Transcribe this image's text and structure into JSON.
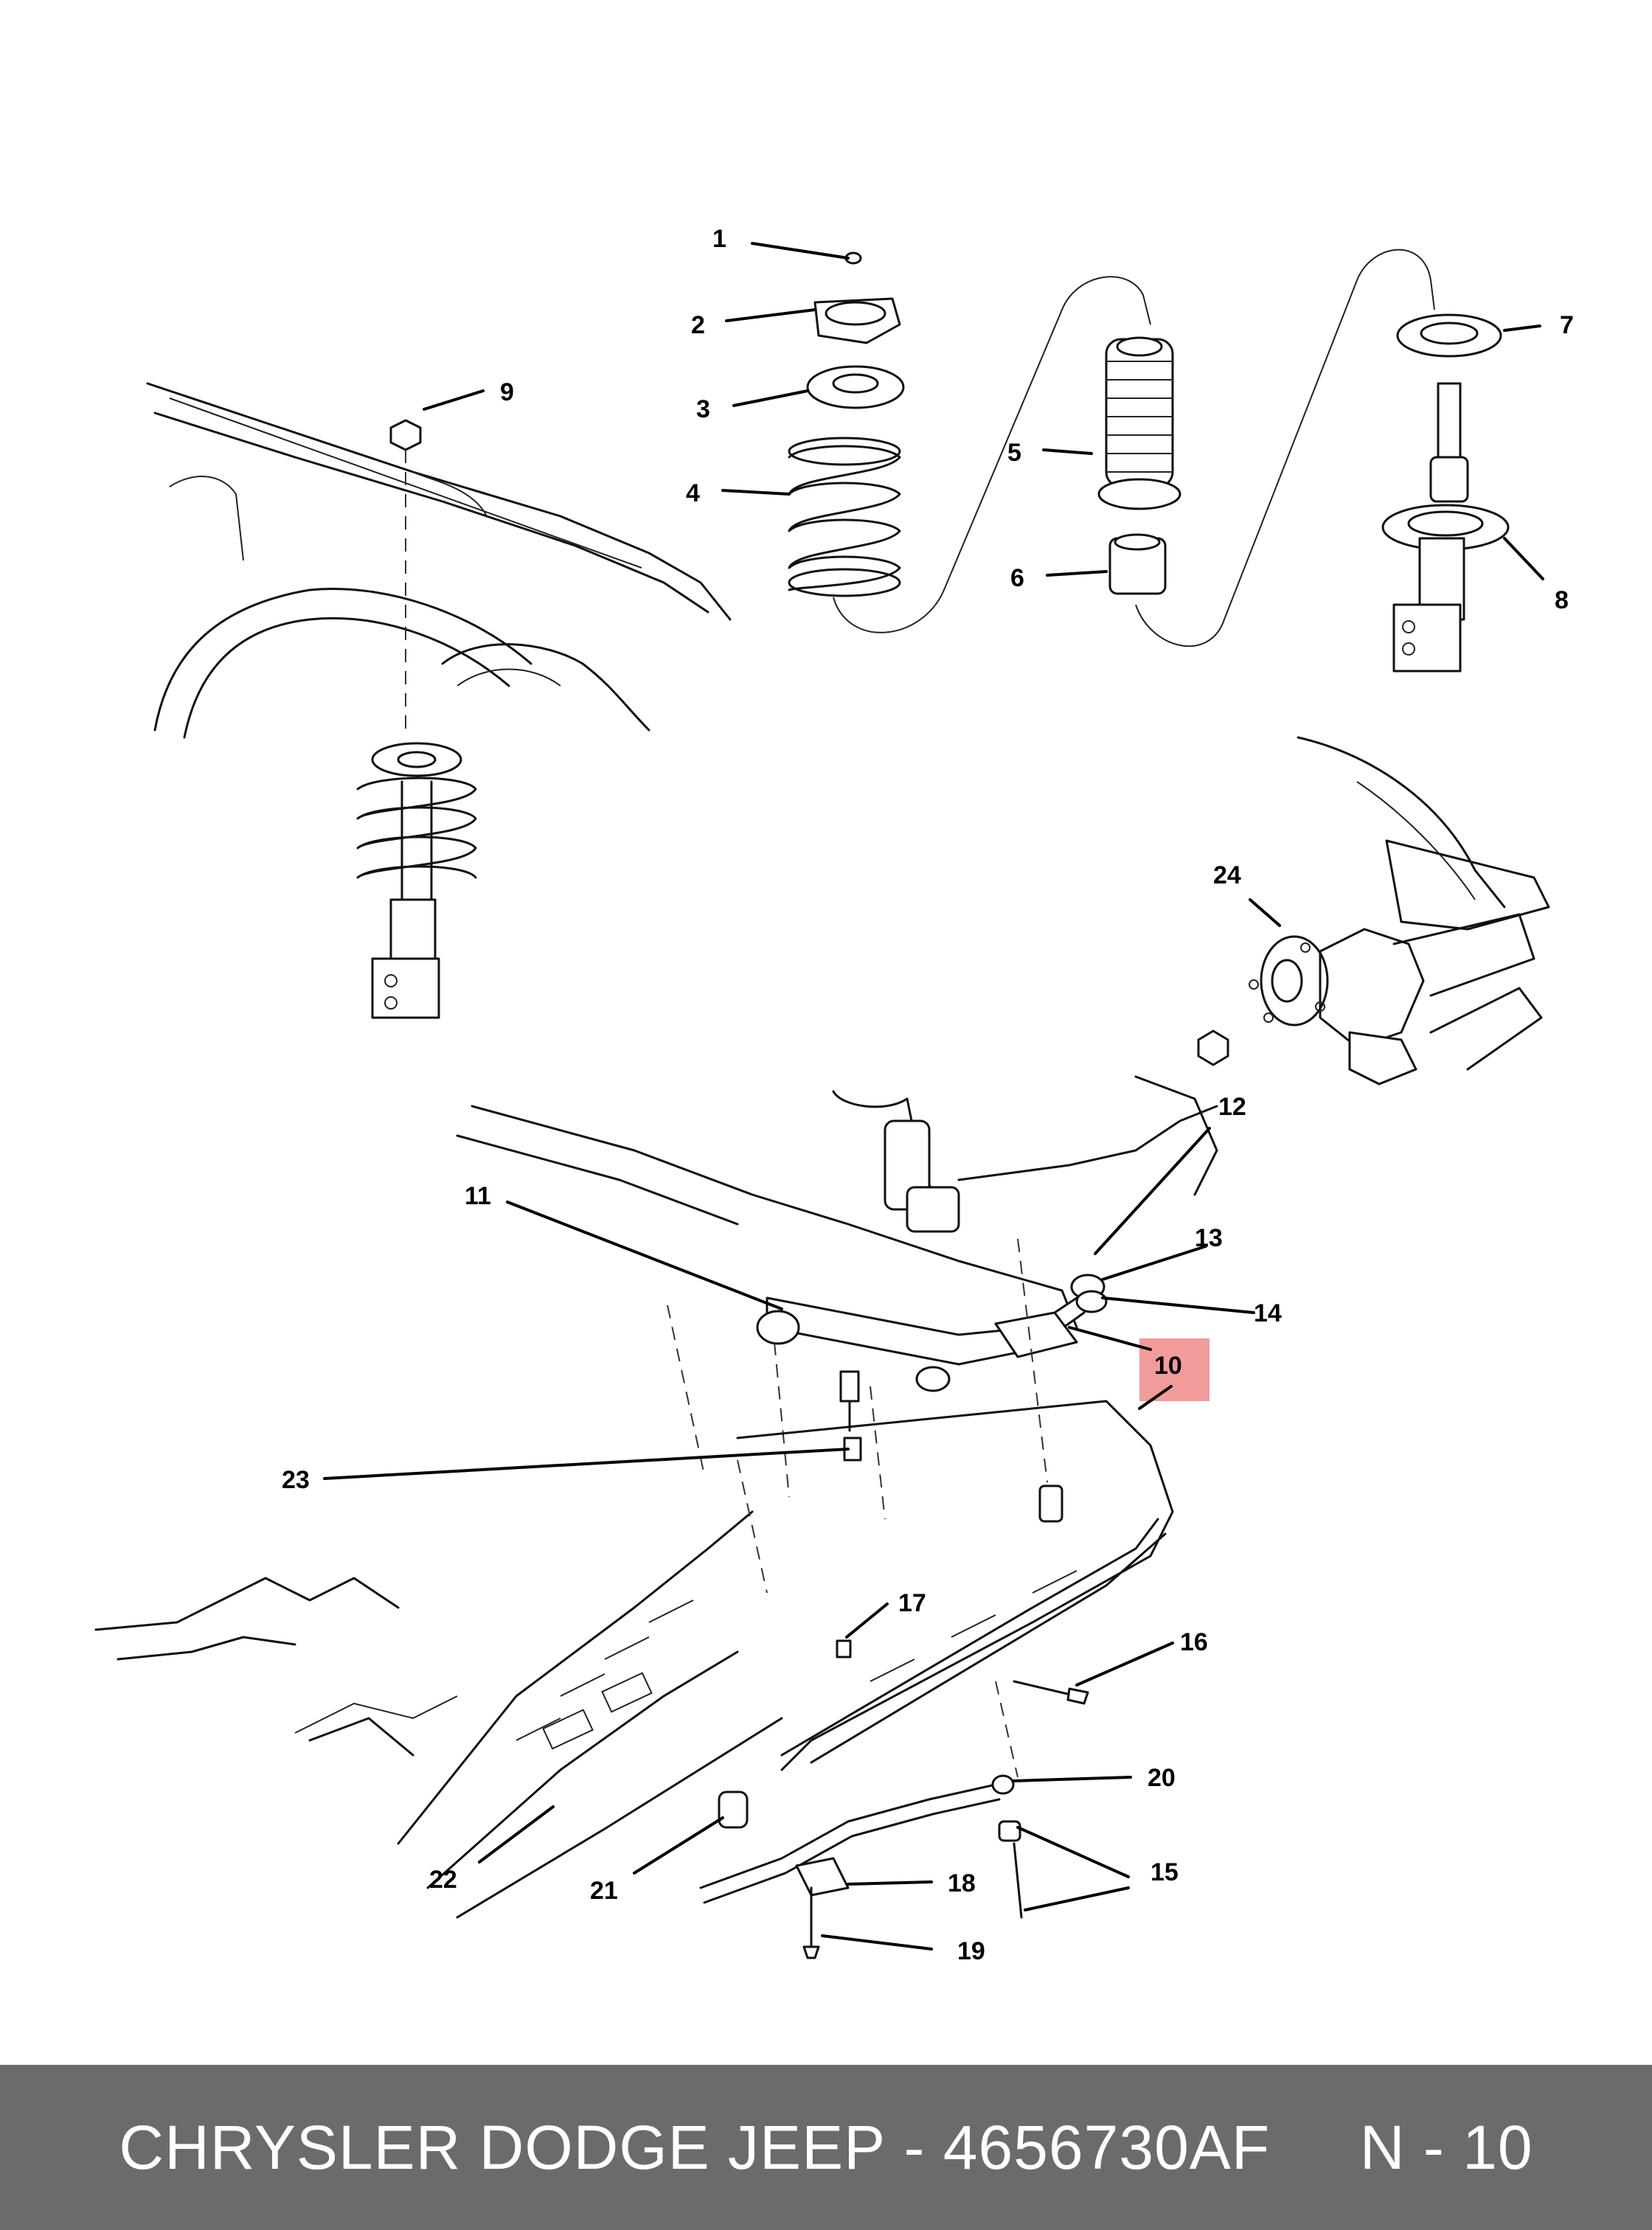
{
  "footer": {
    "brand": "CHRYSLER DODGE JEEP",
    "separator": " - ",
    "part_number": "4656730AF",
    "callout_ref": "N - 10"
  },
  "highlight": {
    "callout": "10",
    "color": "#f08a8a"
  },
  "footer_color": "#6b6b6b",
  "callouts": [
    "1",
    "2",
    "3",
    "4",
    "5",
    "6",
    "7",
    "8",
    "9",
    "10",
    "11",
    "12",
    "13",
    "14",
    "15",
    "16",
    "17",
    "18",
    "19",
    "20",
    "21",
    "22",
    "23",
    "24"
  ]
}
